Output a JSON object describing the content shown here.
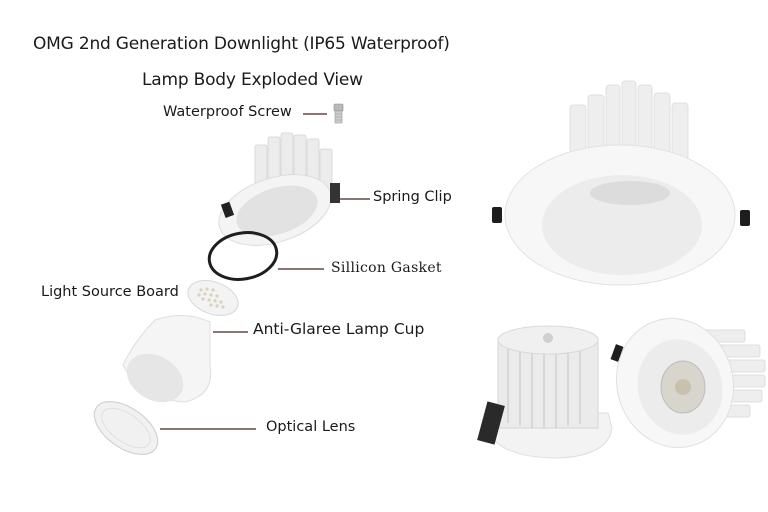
{
  "header": {
    "title": "OMG 2nd Generation Downlight (IP65 Waterproof)",
    "subtitle": "Lamp Body Exploded View"
  },
  "parts": [
    {
      "label": "Waterproof Screw"
    },
    {
      "label": "Spring Clip"
    },
    {
      "label": "Sillicon Gasket"
    },
    {
      "label": "Light Source Board"
    },
    {
      "label": "Anti-Glaree Lamp Cup"
    },
    {
      "label": "Optical Lens"
    }
  ],
  "colors": {
    "leader_line": "#8a7474",
    "product_white": "#f2f2f2",
    "clip_black": "#222222"
  },
  "product_views": [
    {
      "view": "front-angled"
    },
    {
      "view": "rear-heatsink"
    },
    {
      "view": "front-tilted"
    }
  ]
}
